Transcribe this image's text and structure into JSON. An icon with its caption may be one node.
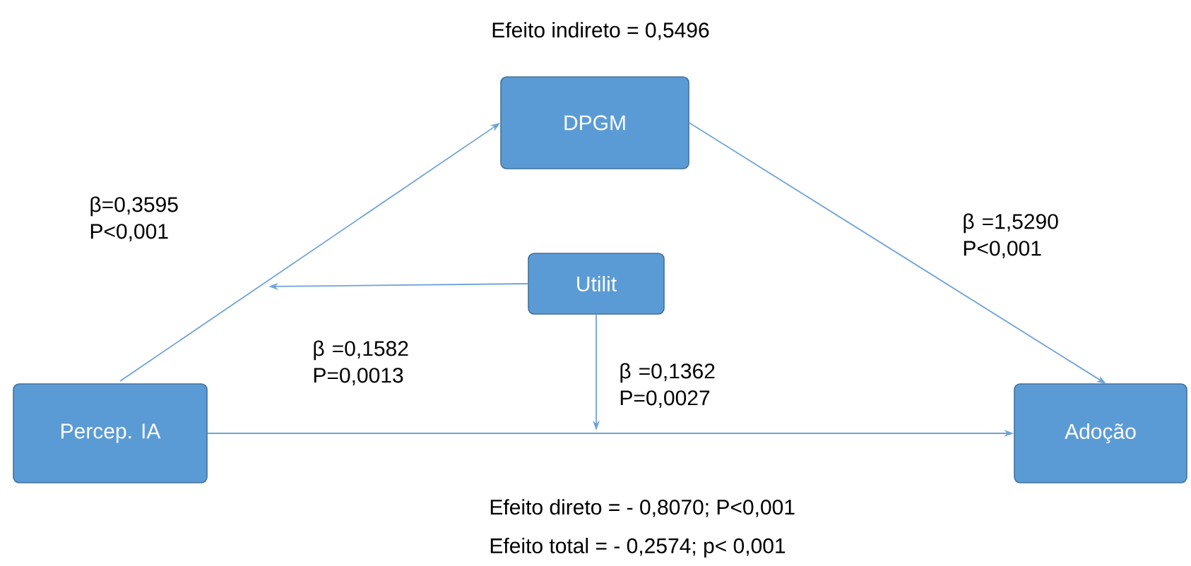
{
  "diagram": {
    "nodes": [
      {
        "text": [
          "DPGM"
        ]
      },
      {
        "text": [
          "Utilit"
        ]
      },
      {
        "text": [
          "Percep. IA"
        ]
      },
      {
        "text": [
          "Adoção"
        ]
      }
    ],
    "edges": [
      {
        "from": 2,
        "to": 0,
        "arrow": "to",
        "label": "β=0,3595 P<0,001"
      },
      {
        "from": 0,
        "to": 3,
        "arrow": "to",
        "label": "β =1,5290 P<0,001"
      },
      {
        "from": 1,
        "to": null,
        "arrow": "to",
        "label": "β =0,1582 P=0,0013"
      },
      {
        "from": 1,
        "to": null,
        "arrow": "to",
        "label": "β =0,1362 P=0,0027"
      },
      {
        "from": 2,
        "to": 3,
        "arrow": "to"
      }
    ],
    "labels": [
      "Efeito indireto = 0,5496",
      "Efeito direto = - 0,8070; P<0,001",
      "Efeito total = - 0,2574; p< 0,001"
    ]
  }
}
